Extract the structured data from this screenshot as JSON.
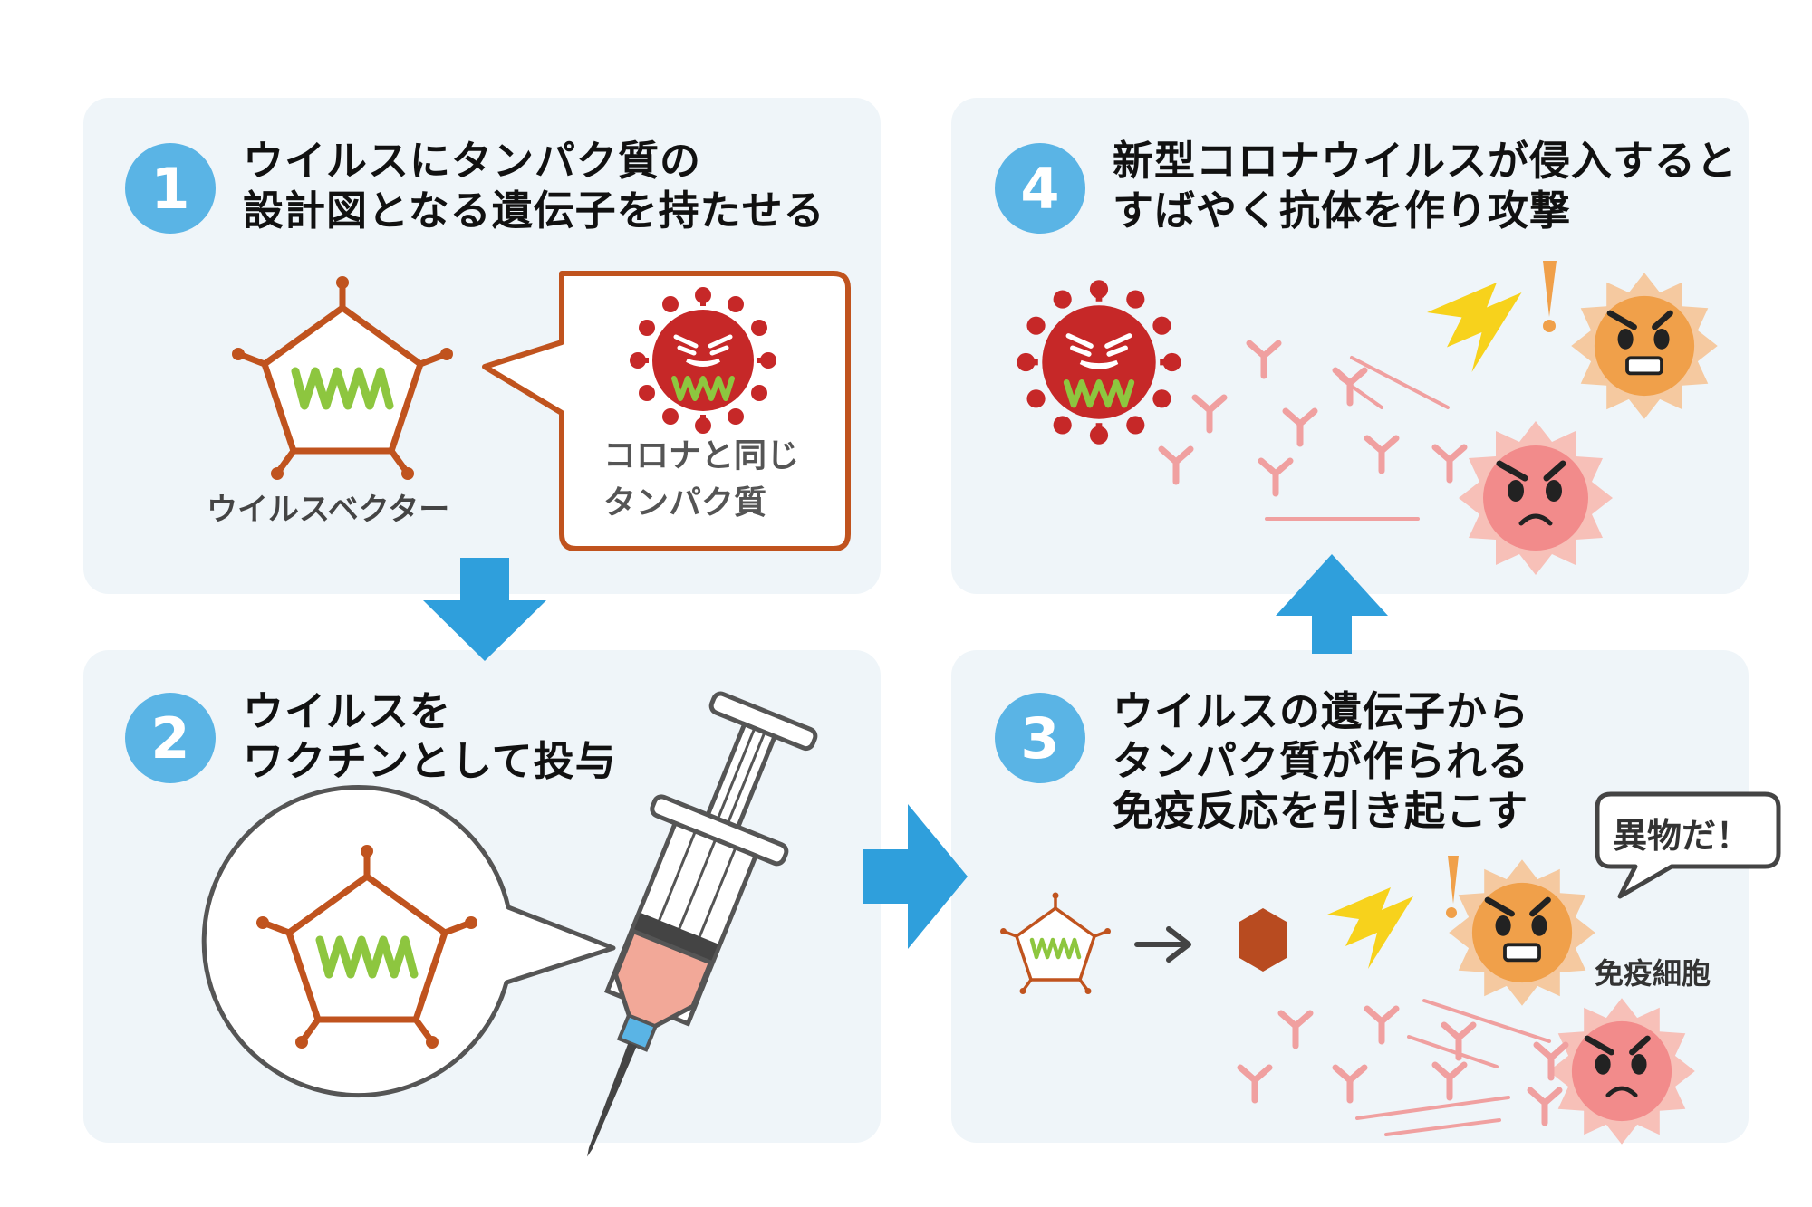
{
  "panel1": {
    "number": "1",
    "title_lines": [
      "ウイルスにタンパク質の",
      "設計図となる遺伝子を持たせる"
    ],
    "vector_label": "ウイルスベクター",
    "bubble_lines": [
      "コロナと同じ",
      "タンパク質"
    ]
  },
  "panel2": {
    "number": "2",
    "title_lines": [
      "ウイルスを",
      "ワクチンとして投与"
    ]
  },
  "panel3": {
    "number": "3",
    "title_lines": [
      "ウイルスの遺伝子から",
      "タンパク質が作られる",
      "免疫反応を引き起こす"
    ],
    "speech": "異物だ！",
    "cell_label": "免疫細胞"
  },
  "panel4": {
    "number": "4",
    "title_lines": [
      "新型コロナウイルスが侵入すると",
      "すばやく抗体を作り攻撃"
    ]
  },
  "colors": {
    "panel_bg": "#eff5f9",
    "number_circle": "#5ab4e5",
    "arrow": "#2f9fdc",
    "vector_outline": "#c0531e",
    "gene": "#8dc63f",
    "virus": "#c62828",
    "antibody": "#f0a0a0",
    "spark": "#f7d21c",
    "cell_orange": "#f0a04a",
    "cell_pink": "#f28b8b"
  }
}
